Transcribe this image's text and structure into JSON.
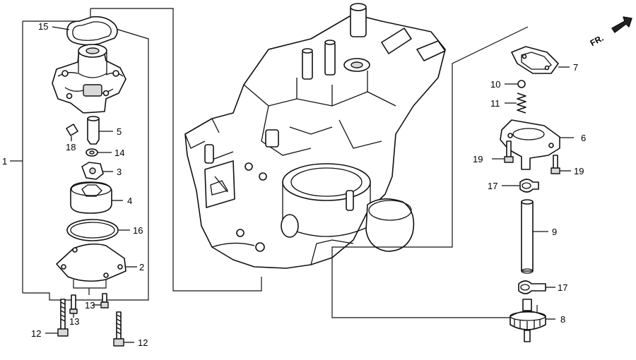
{
  "callouts": {
    "c1": "1",
    "c2": "2",
    "c3": "3",
    "c4": "4",
    "c5": "5",
    "c6": "6",
    "c7": "7",
    "c8": "8",
    "c9": "9",
    "c10": "10",
    "c11": "11",
    "c12a": "12",
    "c12b": "12",
    "c13a": "13",
    "c13b": "13",
    "c14": "14",
    "c15": "15",
    "c16": "16",
    "c17a": "17",
    "c17b": "17",
    "c18": "18",
    "c19a": "19",
    "c19b": "19"
  },
  "direction_marker": {
    "label": "FR."
  }
}
